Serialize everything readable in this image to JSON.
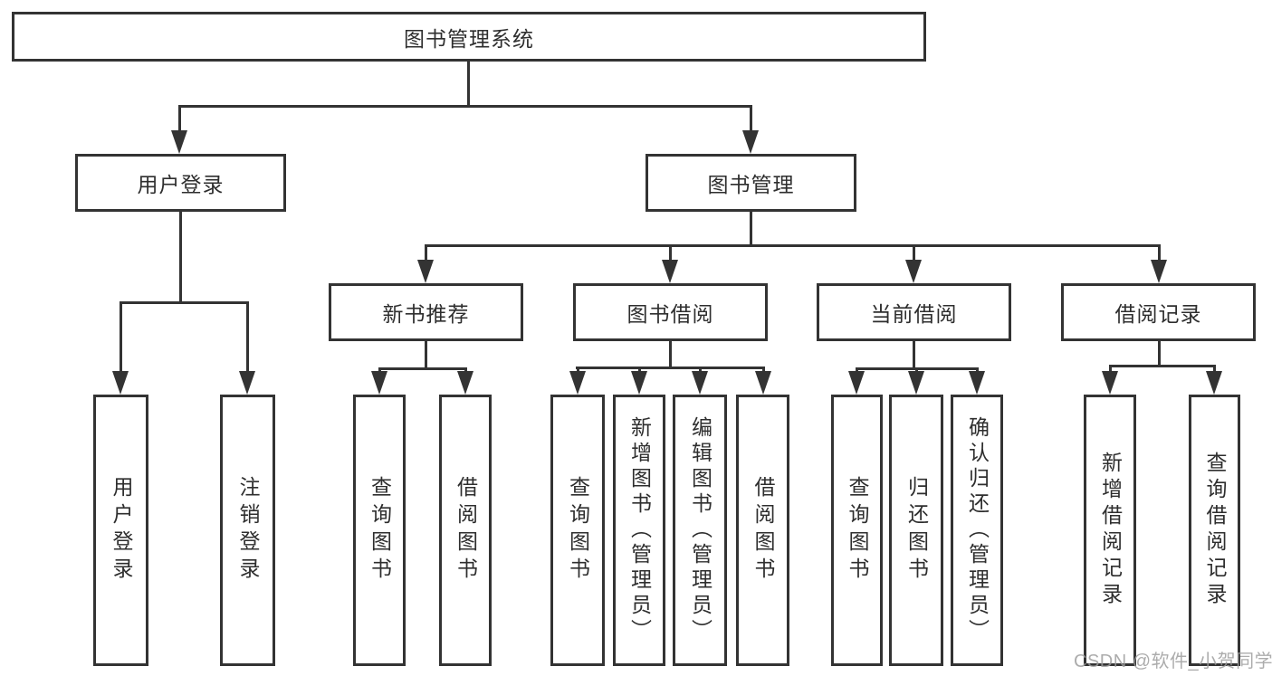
{
  "tree": {
    "root": {
      "label": "图书管理系统"
    },
    "branches": [
      {
        "label": "用户登录",
        "children": [
          {
            "label": "用户登录"
          },
          {
            "label": "注销登录"
          }
        ]
      },
      {
        "label": "图书管理",
        "children": [
          {
            "label": "新书推荐",
            "children": [
              {
                "label": "查询图书"
              },
              {
                "label": "借阅图书"
              }
            ]
          },
          {
            "label": "图书借阅",
            "children": [
              {
                "label": "查询图书"
              },
              {
                "label": "新增图书（管理员）"
              },
              {
                "label": "编辑图书（管理员）"
              },
              {
                "label": "借阅图书"
              }
            ]
          },
          {
            "label": "当前借阅",
            "children": [
              {
                "label": "查询图书"
              },
              {
                "label": "归还图书"
              },
              {
                "label": "确认归还（管理员）"
              }
            ]
          },
          {
            "label": "借阅记录",
            "children": [
              {
                "label": "新增借阅记录"
              },
              {
                "label": "查询借阅记录"
              }
            ]
          }
        ]
      }
    ]
  },
  "watermark": "CSDN @软件_小贺同学",
  "colors": {
    "line": "#333333",
    "text": "#2e2e2e",
    "background": "#ffffff",
    "watermark": "#9e9e9e"
  }
}
